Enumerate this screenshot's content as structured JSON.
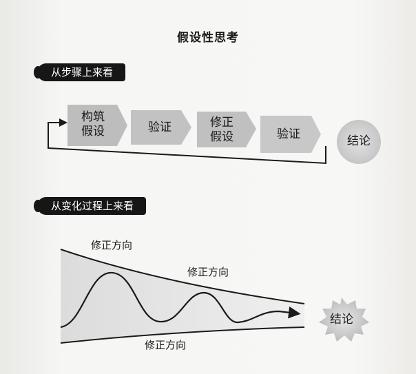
{
  "title": "假设性思考",
  "section1": {
    "label": "从步骤上来看",
    "steps": [
      {
        "line1": "构筑",
        "line2": "假设"
      },
      {
        "line1": "验证",
        "line2": ""
      },
      {
        "line1": "修正",
        "line2": "假设"
      },
      {
        "line1": "验证",
        "line2": ""
      }
    ],
    "conclusion": "结论"
  },
  "section2": {
    "label": "从变化过程上来看",
    "labels": {
      "top_left": "修正方向",
      "top_middle": "修正方向",
      "bottom": "修正方向"
    },
    "conclusion": "结论"
  }
}
